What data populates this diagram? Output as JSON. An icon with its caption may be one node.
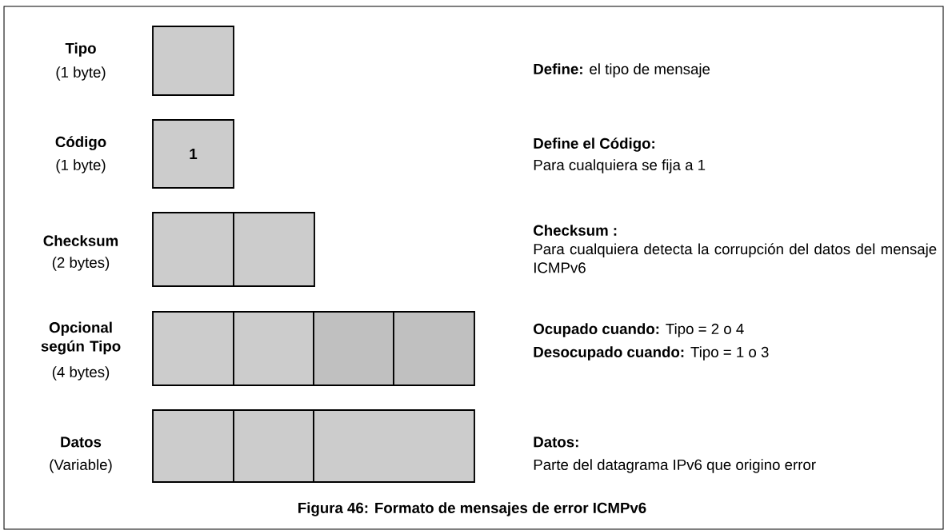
{
  "diagram": {
    "caption": "Figura 46: Formato de mensajes de error ICMPv6",
    "nodes": [
      {
        "text": [],
        "shape": "box"
      },
      {
        "text": [
          "1"
        ]
      },
      {
        "text": [],
        "shape": "box"
      },
      {
        "text": [],
        "shape": "box"
      },
      {
        "text": [],
        "shape": "box"
      },
      {
        "text": [],
        "shape": "box"
      },
      {
        "text": [],
        "shape": "box"
      },
      {
        "text": [],
        "shape": "box"
      },
      {
        "text": [],
        "shape": "box"
      },
      {
        "text": [],
        "shape": "box"
      },
      {
        "text": [],
        "shape": "box"
      }
    ],
    "labels": [
      "Tipo",
      "(1 byte)",
      "**Define:** el tipo de mensaje",
      "Código",
      "(1 byte)",
      "Define el Código:",
      "Para cualquiera se fija a 1",
      "Checksum",
      "(2 bytes)",
      "Checksum :",
      "Para cualquiera detecta la corrupción del datos del mensaje ICMPv6",
      "Opcional según Tipo",
      "(4 bytes)",
      "**Ocupado cuando:** Tipo = 2 o 4",
      "**Desocupado cuando:** Tipo = 1 o 3",
      "Datos",
      "(Variable)",
      "Datos:",
      "Parte del datagrama IPv6 que origino error"
    ]
  }
}
